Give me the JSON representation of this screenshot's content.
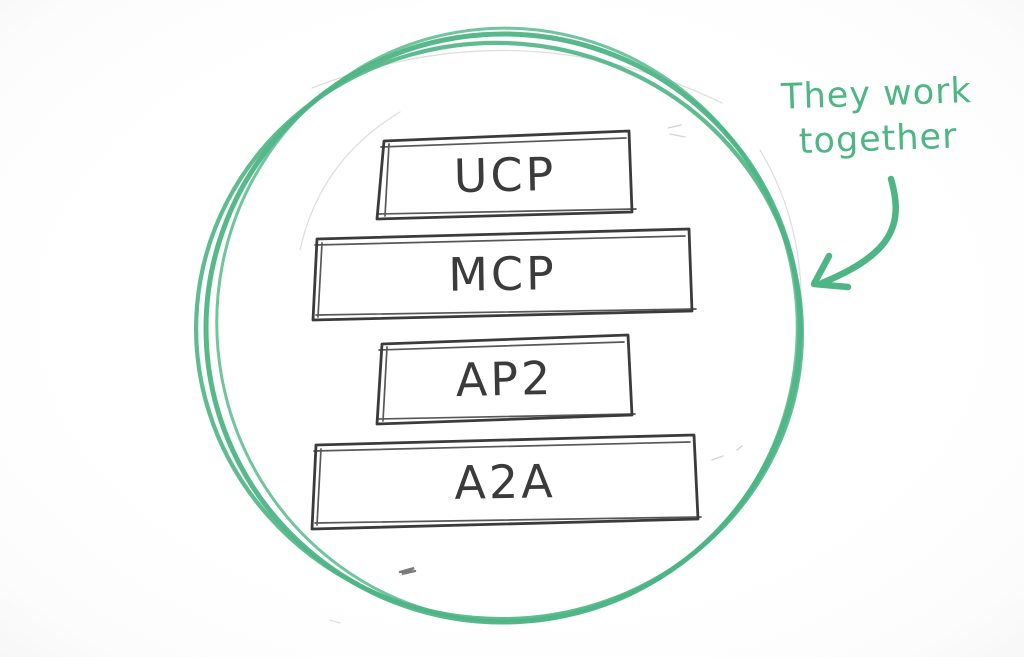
{
  "diagram": {
    "boxes": [
      {
        "id": "ucp",
        "label": "UCP"
      },
      {
        "id": "mcp",
        "label": "MCP"
      },
      {
        "id": "ap2",
        "label": "AP2"
      },
      {
        "id": "a2a",
        "label": "A2A"
      }
    ],
    "annotation": {
      "line1": "They work",
      "line2": "together"
    },
    "colors": {
      "sketch_green": "#4eb585",
      "ink": "#3b3b3b",
      "pencil_faint": "#c9c9c9",
      "background": "#ffffff"
    }
  }
}
